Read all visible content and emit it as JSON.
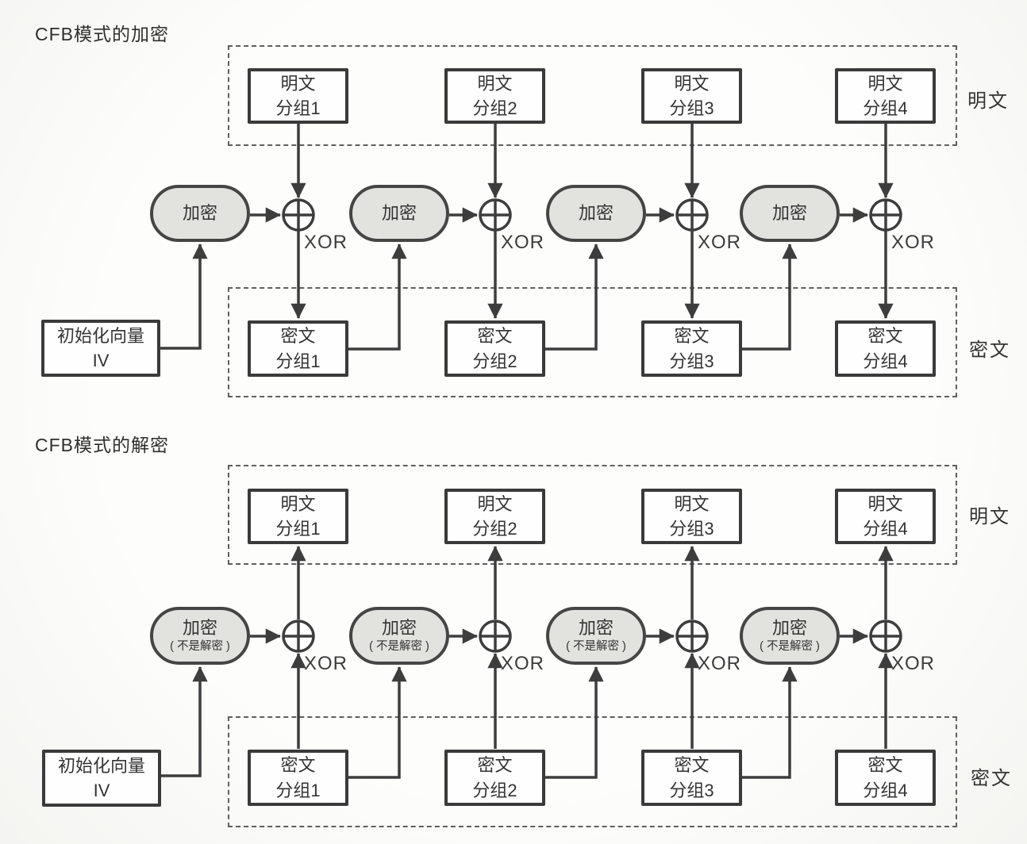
{
  "colors": {
    "line": "#3d3d3d",
    "box_border": "#3a3a3a",
    "pill_fill": "#e2e2df",
    "dashed_border": "#5f5f5f",
    "text": "#333333"
  },
  "encryption": {
    "title": "CFB模式的加密",
    "xor_label": "XOR",
    "group_labels": {
      "plaintext": "明文",
      "ciphertext": "密文"
    },
    "iv_box": {
      "line1": "初始化向量",
      "line2": "IV"
    },
    "pills": [
      {
        "label": "加密"
      },
      {
        "label": "加密"
      },
      {
        "label": "加密"
      },
      {
        "label": "加密"
      }
    ],
    "plaintext_blocks": [
      {
        "line1": "明文",
        "line2": "分组1"
      },
      {
        "line1": "明文",
        "line2": "分组2"
      },
      {
        "line1": "明文",
        "line2": "分组3"
      },
      {
        "line1": "明文",
        "line2": "分组4"
      }
    ],
    "ciphertext_blocks": [
      {
        "line1": "密文",
        "line2": "分组1"
      },
      {
        "line1": "密文",
        "line2": "分组2"
      },
      {
        "line1": "密文",
        "line2": "分组3"
      },
      {
        "line1": "密文",
        "line2": "分组4"
      }
    ]
  },
  "decryption": {
    "title": "CFB模式的解密",
    "xor_label": "XOR",
    "group_labels": {
      "plaintext": "明文",
      "ciphertext": "密文"
    },
    "iv_box": {
      "line1": "初始化向量",
      "line2": "IV"
    },
    "pills": [
      {
        "line1": "加密",
        "line2": "( 不是解密 )"
      },
      {
        "line1": "加密",
        "line2": "( 不是解密 )"
      },
      {
        "line1": "加密",
        "line2": "( 不是解密 )"
      },
      {
        "line1": "加密",
        "line2": "( 不是解密 )"
      }
    ],
    "plaintext_blocks": [
      {
        "line1": "明文",
        "line2": "分组1"
      },
      {
        "line1": "明文",
        "line2": "分组2"
      },
      {
        "line1": "明文",
        "line2": "分组3"
      },
      {
        "line1": "明文",
        "line2": "分组4"
      }
    ],
    "ciphertext_blocks": [
      {
        "line1": "密文",
        "line2": "分组1"
      },
      {
        "line1": "密文",
        "line2": "分组2"
      },
      {
        "line1": "密文",
        "line2": "分组3"
      },
      {
        "line1": "密文",
        "line2": "分组4"
      }
    ]
  }
}
